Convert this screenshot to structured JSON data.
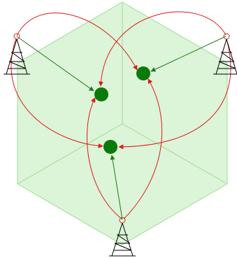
{
  "colors": {
    "hex_fill": "#d6f2d0",
    "hex_stroke": "#9fdc95",
    "node": "#0a7a0a",
    "direct_link": "#1f7a1f",
    "interference_link": "#e0191b",
    "tower": "#000000",
    "antenna_ring": "#c0392b"
  },
  "towers": [
    {
      "id": "tower-top-left",
      "icon": "radio-tower-icon"
    },
    {
      "id": "tower-top-right",
      "icon": "radio-tower-icon"
    },
    {
      "id": "tower-bottom",
      "icon": "radio-tower-icon"
    }
  ],
  "nodes": [
    {
      "id": "node-left"
    },
    {
      "id": "node-right"
    },
    {
      "id": "node-bottom"
    }
  ]
}
